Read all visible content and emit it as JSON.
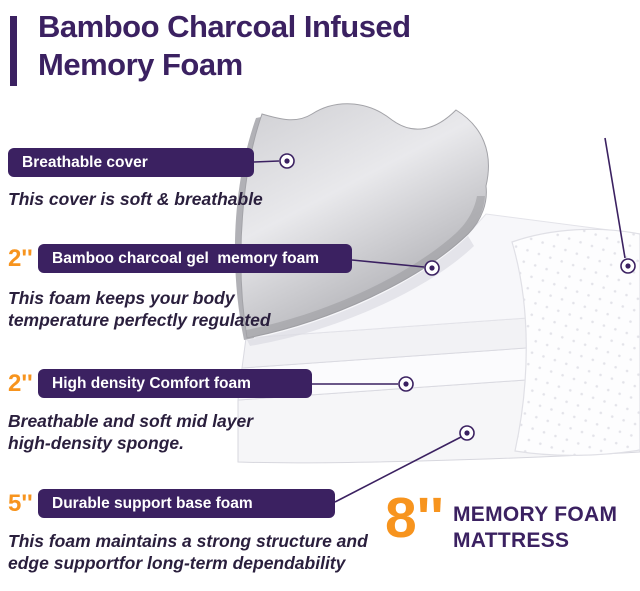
{
  "colors": {
    "purple": "#3b2161",
    "orange": "#f7941e",
    "description_text": "#2a1f3d"
  },
  "header": {
    "line1": "Bamboo Charcoal Infused",
    "line2": "Memory Foam"
  },
  "callouts": [
    {
      "bar": "Breathable cover",
      "desc": "This cover is soft & breathable"
    },
    {
      "size": "2''",
      "bar": "Bamboo charcoal gel  memory foam",
      "desc": "This foam keeps your body temperature perfectly regulated"
    },
    {
      "size": "2''",
      "bar": "High density Comfort foam",
      "desc": "Breathable and soft mid layer high-density sponge."
    },
    {
      "size": "5''",
      "bar": "Durable support base foam",
      "desc": "This foam maintains a strong structure and edge supportfor long-term dependability"
    }
  ],
  "footer": {
    "size": "8''",
    "title_line1": "MEMORY FOAM",
    "title_line2": "MATTRESS"
  }
}
